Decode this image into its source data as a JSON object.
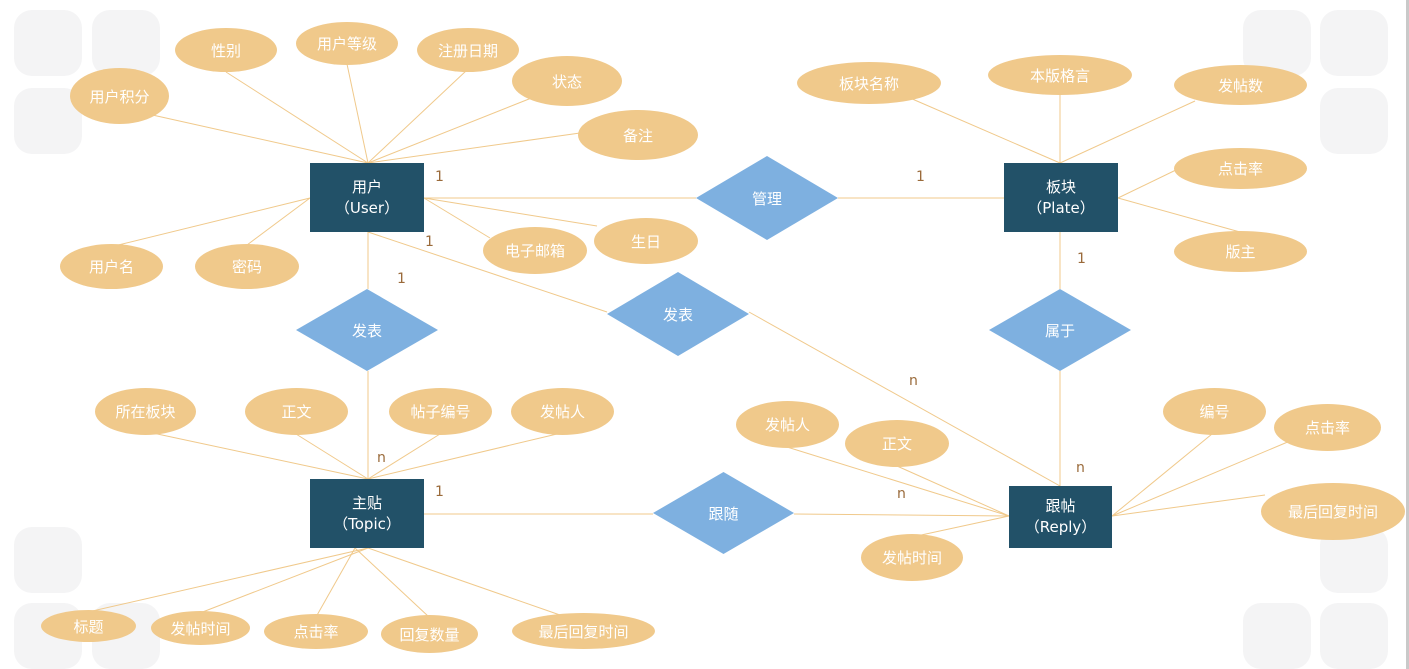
{
  "diagram": {
    "entities": [
      {
        "id": "user",
        "name": "用户",
        "en": "（User）"
      },
      {
        "id": "plate",
        "name": "板块",
        "en": "（Plate）"
      },
      {
        "id": "topic",
        "name": "主贴",
        "en": "（Topic）"
      },
      {
        "id": "reply",
        "name": "跟帖",
        "en": "（Reply）"
      }
    ],
    "relationships": [
      {
        "id": "manage",
        "label": "管理"
      },
      {
        "id": "post-topic",
        "label": "发表"
      },
      {
        "id": "post-reply",
        "label": "发表"
      },
      {
        "id": "belong",
        "label": "属于"
      },
      {
        "id": "follow",
        "label": "跟随"
      }
    ],
    "attributes": [
      {
        "id": "user-gender",
        "label": "性别"
      },
      {
        "id": "user-level",
        "label": "用户等级"
      },
      {
        "id": "user-regdate",
        "label": "注册日期"
      },
      {
        "id": "user-points",
        "label": "用户积分"
      },
      {
        "id": "user-status",
        "label": "状态"
      },
      {
        "id": "user-remark",
        "label": "备注"
      },
      {
        "id": "user-name",
        "label": "用户名"
      },
      {
        "id": "user-password",
        "label": "密码"
      },
      {
        "id": "user-email",
        "label": "电子邮箱"
      },
      {
        "id": "user-birthday",
        "label": "生日"
      },
      {
        "id": "plate-name",
        "label": "板块名称"
      },
      {
        "id": "plate-motto",
        "label": "本版格言"
      },
      {
        "id": "plate-postcount",
        "label": "发帖数"
      },
      {
        "id": "plate-clickrate",
        "label": "点击率"
      },
      {
        "id": "plate-moderator",
        "label": "版主"
      },
      {
        "id": "topic-plate",
        "label": "所在板块"
      },
      {
        "id": "topic-body",
        "label": "正文"
      },
      {
        "id": "topic-id",
        "label": "帖子编号"
      },
      {
        "id": "topic-poster",
        "label": "发帖人"
      },
      {
        "id": "topic-title",
        "label": "标题"
      },
      {
        "id": "topic-posttime",
        "label": "发帖时间"
      },
      {
        "id": "topic-clickrate",
        "label": "点击率"
      },
      {
        "id": "topic-replycount",
        "label": "回复数量"
      },
      {
        "id": "topic-lastreply",
        "label": "最后回复时间"
      },
      {
        "id": "reply-poster",
        "label": "发帖人"
      },
      {
        "id": "reply-body",
        "label": "正文"
      },
      {
        "id": "reply-id",
        "label": "编号"
      },
      {
        "id": "reply-clickrate",
        "label": "点击率"
      },
      {
        "id": "reply-lastreply",
        "label": "最后回复时间"
      },
      {
        "id": "reply-posttime",
        "label": "发帖时间"
      }
    ],
    "cardinalities": [
      {
        "id": "c-user-manage",
        "label": "1"
      },
      {
        "id": "c-plate-manage",
        "label": "1"
      },
      {
        "id": "c-user-reply",
        "label": "1"
      },
      {
        "id": "c-user-topic",
        "label": "1"
      },
      {
        "id": "c-plate-belong",
        "label": "1"
      },
      {
        "id": "c-reply-post",
        "label": "n"
      },
      {
        "id": "c-topic-post",
        "label": "n"
      },
      {
        "id": "c-topic-follow",
        "label": "1"
      },
      {
        "id": "c-reply-follow",
        "label": "n"
      },
      {
        "id": "c-reply-belong",
        "label": "n"
      }
    ],
    "colors": {
      "entity": "#225168",
      "relationship": "#7eb0e0",
      "attribute": "#f0c98b",
      "line": "#f0c98b",
      "cardinality": "#9a6a3a"
    }
  }
}
